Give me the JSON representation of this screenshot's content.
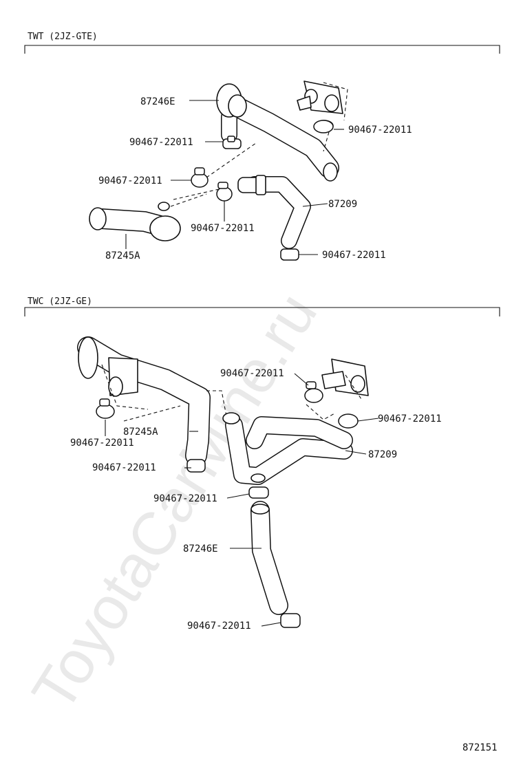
{
  "watermark": "ToyotaCarMine.ru",
  "figure_number": "872151",
  "sections": [
    {
      "title": "TWT (2JZ-GTE)",
      "parts": [
        {
          "id": "s1-87246E",
          "label": "87246E"
        },
        {
          "id": "s1-clamp-a",
          "label": "90467-22011"
        },
        {
          "id": "s1-clamp-b",
          "label": "90467-22011"
        },
        {
          "id": "s1-clamp-c",
          "label": "90467-22011"
        },
        {
          "id": "s1-clamp-d",
          "label": "90467-22011"
        },
        {
          "id": "s1-87209",
          "label": "87209"
        },
        {
          "id": "s1-clamp-e",
          "label": "90467-22011"
        },
        {
          "id": "s1-87245A",
          "label": "87245A"
        }
      ]
    },
    {
      "title": "TWC (2JZ-GE)",
      "parts": [
        {
          "id": "s2-clamp-a",
          "label": "90467-22011"
        },
        {
          "id": "s2-clamp-b",
          "label": "90467-22011"
        },
        {
          "id": "s2-87245A",
          "label": "87245A"
        },
        {
          "id": "s2-clamp-c",
          "label": "90467-22011"
        },
        {
          "id": "s2-87209",
          "label": "87209"
        },
        {
          "id": "s2-clamp-d",
          "label": "90467-22011"
        },
        {
          "id": "s2-clamp-e",
          "label": "90467-22011"
        },
        {
          "id": "s2-87246E",
          "label": "87246E"
        },
        {
          "id": "s2-clamp-f",
          "label": "90467-22011"
        }
      ]
    }
  ]
}
